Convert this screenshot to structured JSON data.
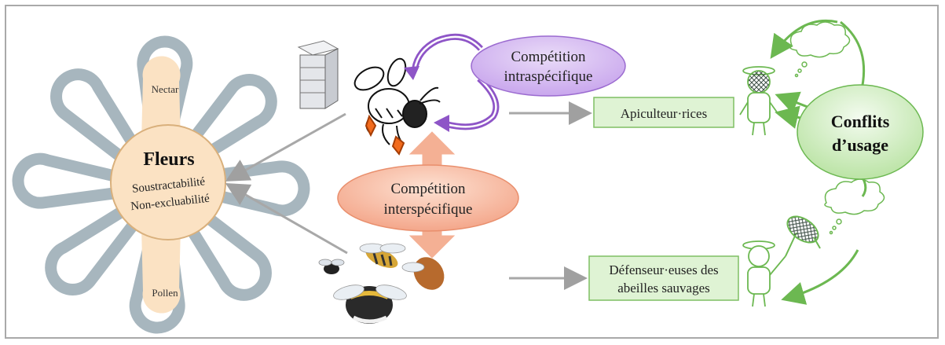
{
  "flower": {
    "center_title": "Fleurs",
    "property_1": "Soustractabilité",
    "property_2": "Non-excluabilité",
    "top_petal_label": "Nectar",
    "bottom_petal_label": "Pollen"
  },
  "competition": {
    "intra_line_1": "Compétition",
    "intra_line_2": "intraspécifique",
    "inter_line_1": "Compétition",
    "inter_line_2": "interspécifique"
  },
  "actors": {
    "beekeepers": "Apiculteur·rices",
    "defenders_line_1": "Défenseur·euses des",
    "defenders_line_2": "abeilles sauvages"
  },
  "conflict": {
    "line_1": "Conflits",
    "line_2": "d’usage"
  },
  "colors": {
    "petal": "#a7b6be",
    "flower_center": "#fbe2c3",
    "purple": "#8e55c7",
    "salmon": "#f2a184",
    "green_fill": "#dff3d4",
    "green_stroke": "#6cb851"
  },
  "icons": [
    "beehive-icon",
    "honeybee-icon",
    "wild-bees-icon",
    "beekeeper-icon",
    "naturalist-icon",
    "butterfly-net-icon",
    "thought-cloud-icon"
  ]
}
